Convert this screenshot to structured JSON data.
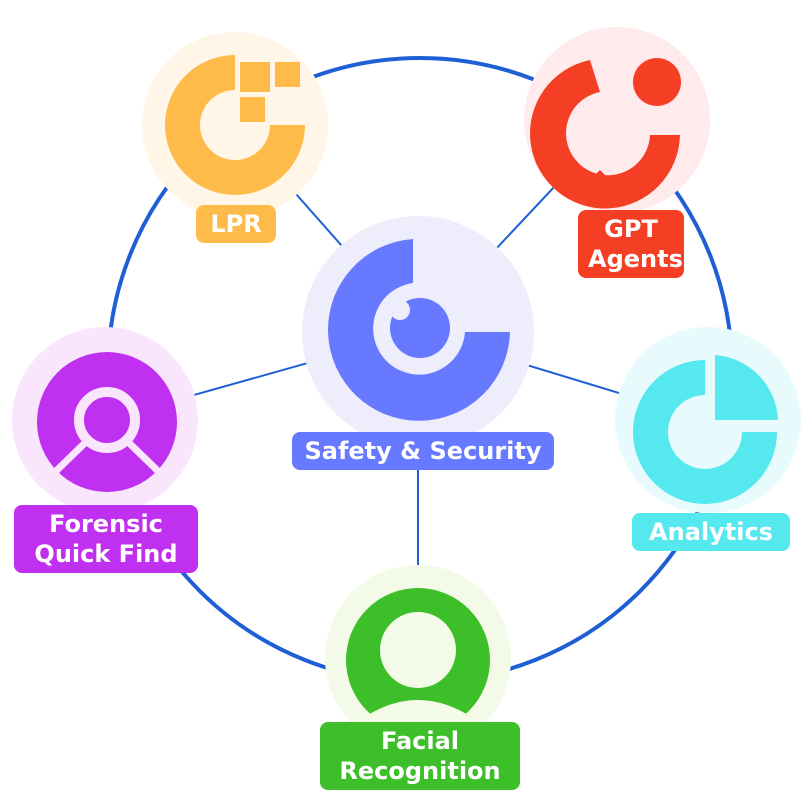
{
  "center": {
    "label": "Safety & Security",
    "color": "#6679FF",
    "bg": "#EEEDFC"
  },
  "nodes": [
    {
      "id": "lpr",
      "label": "LPR",
      "color": "#FFBB4A",
      "bg": "#FFF6E8"
    },
    {
      "id": "gpt",
      "label_lines": [
        "GPT",
        "Agents"
      ],
      "color": "#F53F24",
      "bg": "#FFEAEC"
    },
    {
      "id": "forensic",
      "label_lines": [
        "Forensic",
        "Quick Find"
      ],
      "color": "#C030F0",
      "bg": "#F9E6FD"
    },
    {
      "id": "analytics",
      "label": "Analytics",
      "color": "#55E8EE",
      "bg": "#E8FBFC"
    },
    {
      "id": "facial",
      "label_lines": [
        "Facial",
        "Recognition"
      ],
      "color": "#3DBF2A",
      "bg": "#F3FBE8"
    }
  ],
  "ring_color": "#1F5FD6"
}
